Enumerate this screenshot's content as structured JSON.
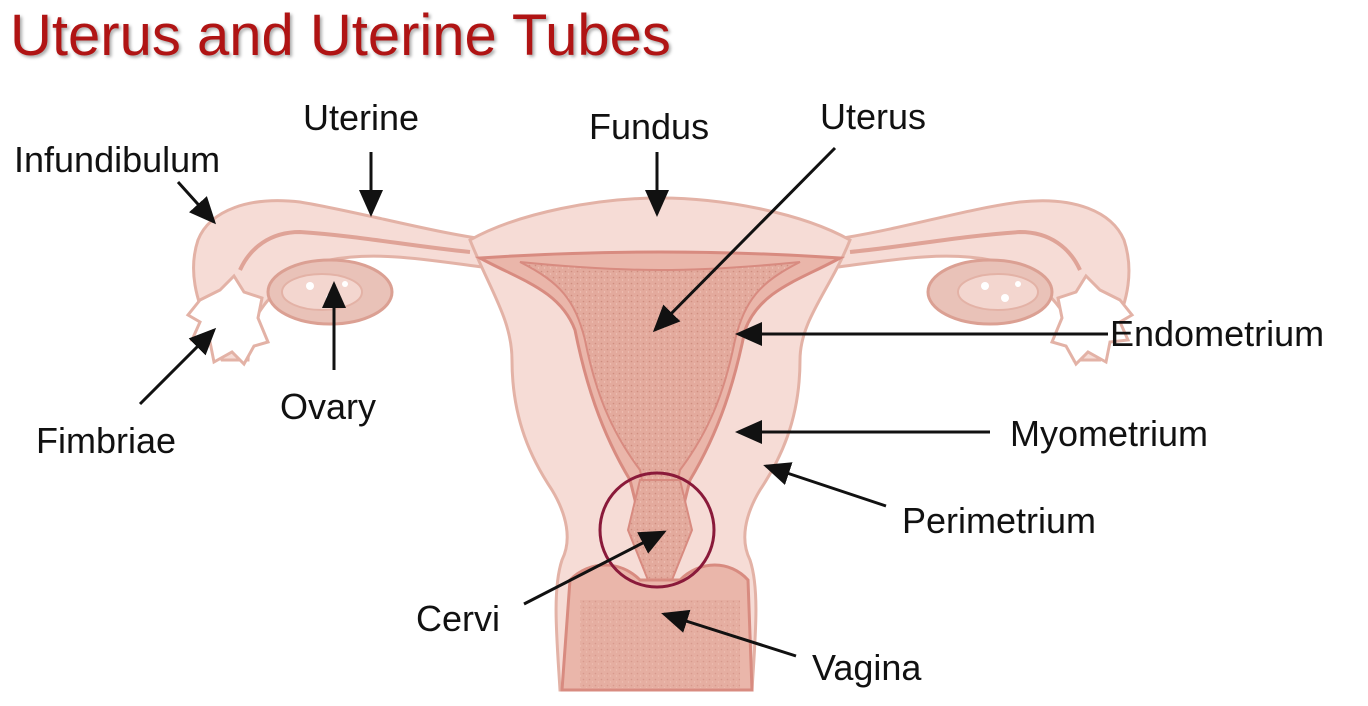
{
  "title": "Uterus and Uterine Tubes",
  "colors": {
    "title": "#b01414",
    "tissue_light": "#f6dcd6",
    "tissue_mid": "#eab6aa",
    "tissue_dark": "#d88b80",
    "ovary": "#e9c2b8",
    "cervix_circle": "#8a1a3a",
    "arrow": "#111111"
  },
  "labels": {
    "infundibulum": "Infundibulum",
    "uterine": "Uterine",
    "fundus": "Fundus",
    "uterus": "Uterus",
    "endometrium": "Endometrium",
    "myometrium": "Myometrium",
    "perimetrium": "Perimetrium",
    "fimbriae": "Fimbriae",
    "ovary": "Ovary",
    "cervi": "Cervi",
    "vagina": "Vagina"
  }
}
